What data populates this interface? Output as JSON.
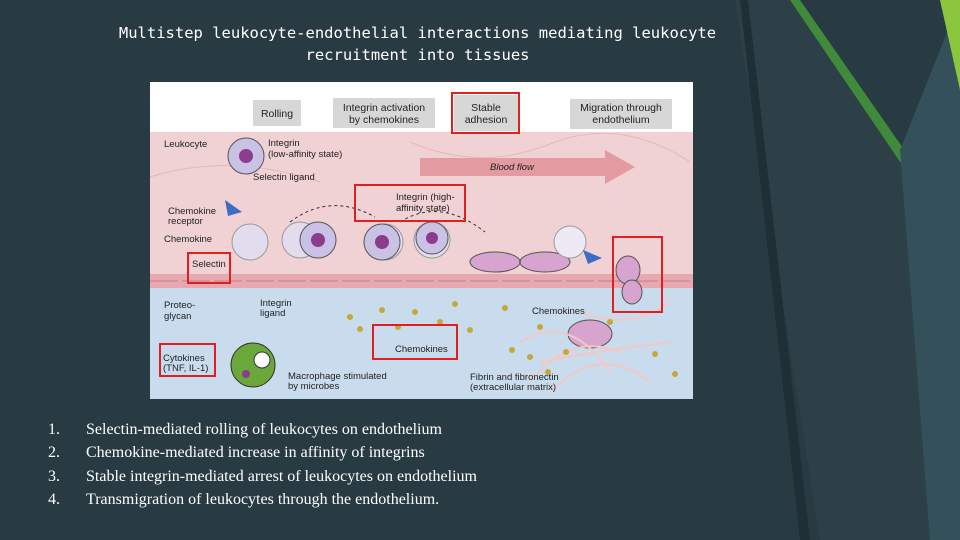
{
  "slide": {
    "title_line1": "Multistep leukocyte-endothelial interactions mediating leukocyte",
    "title_line2": "recruitment into tissues"
  },
  "figure": {
    "headers": {
      "rolling": "Rolling",
      "integrin_activation_1": "Integrin activation",
      "integrin_activation_2": "by chemokines",
      "stable_adhesion_1": "Stable",
      "stable_adhesion_2": "adhesion",
      "migration_1": "Migration through",
      "migration_2": "endothelium"
    },
    "labels": {
      "leukocyte": "Leukocyte",
      "integrin_low_1": "Integrin",
      "integrin_low_2": "(low-affinity state)",
      "selectin_ligand": "Selectin ligand",
      "blood_flow": "Blood flow",
      "integrin_high_1": "Integrin (high-",
      "integrin_high_2": "affinity state)",
      "chemokine_receptor_1": "Chemokine",
      "chemokine_receptor_2": "receptor",
      "chemokine_cut": "Chemokine",
      "selectin": "Selectin",
      "proteoglycan_1": "Proteo-",
      "proteoglycan_2": "glycan",
      "integrin_ligand_1": "Integrin",
      "integrin_ligand_2": "ligand",
      "chemokines_right": "Chemokines",
      "chemokines_box": "Chemokines",
      "cytokines_1": "Cytokines",
      "cytokines_2": "(TNF, IL-1)",
      "macrophage_1": "Macrophage stimulated",
      "macrophage_2": "by microbes",
      "fibrin_1": "Fibrin and fibronectin",
      "fibrin_2": "(extracellular matrix)"
    }
  },
  "steps": [
    {
      "num": "1.",
      "text": "Selectin-mediated rolling of leukocytes on endothelium"
    },
    {
      "num": "2.",
      "text": "Chemokine-mediated increase in affinity of integrins"
    },
    {
      "num": "3.",
      "text": "Stable integrin-mediated arrest of leukocytes on endothelium"
    },
    {
      "num": "4.",
      "text": "Transmigration of leukocytes through the endothelium."
    }
  ],
  "colors": {
    "background": "#283a42",
    "accent_green": "#8cc63f",
    "highlight_red": "#e02020",
    "vessel_pink": "#f1d2d4",
    "tissue_blue": "#c9dced"
  }
}
